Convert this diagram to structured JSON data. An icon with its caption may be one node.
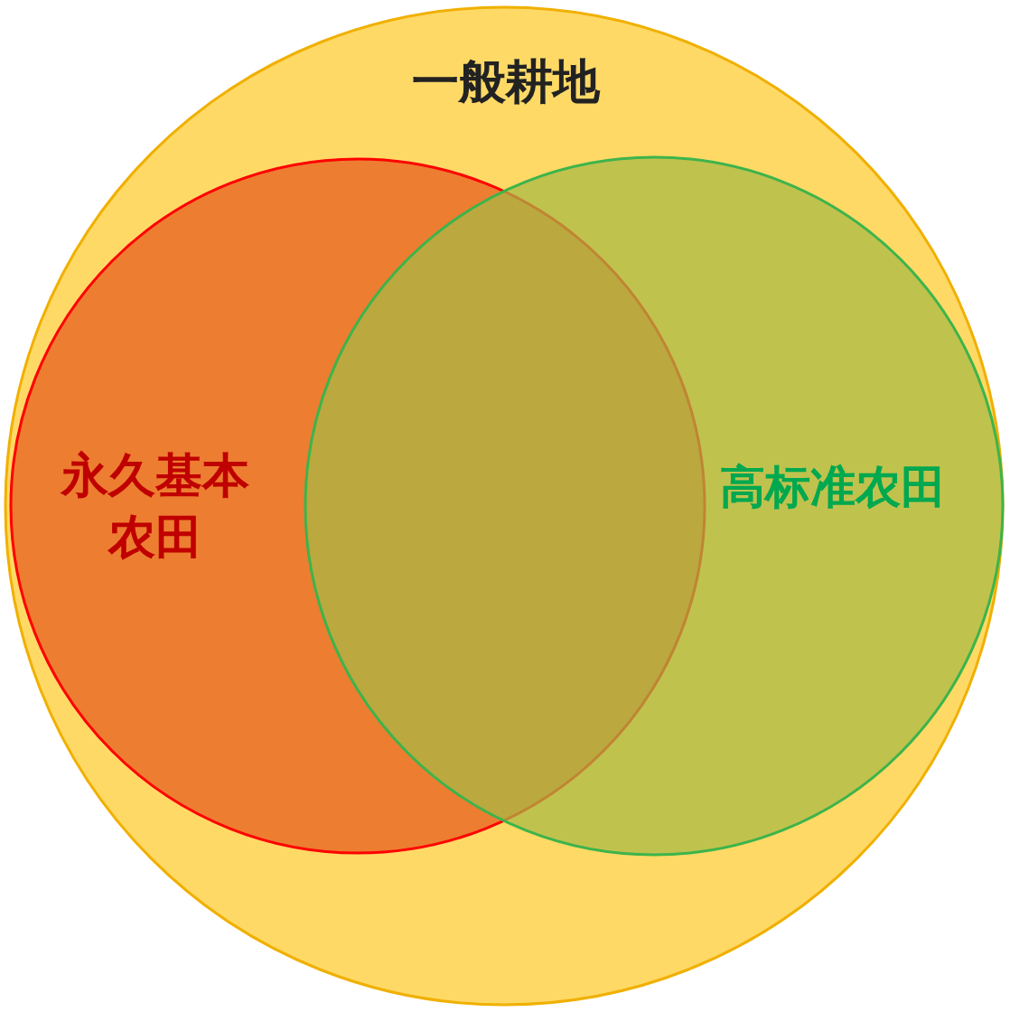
{
  "diagram": {
    "nodes": [
      {
        "text": [
          "一般耕地"
        ]
      },
      {
        "text": [
          "永久基本农田"
        ],
        "in": 0
      },
      {
        "text": [
          "高标准农田"
        ],
        "in": 0
      }
    ]
  }
}
